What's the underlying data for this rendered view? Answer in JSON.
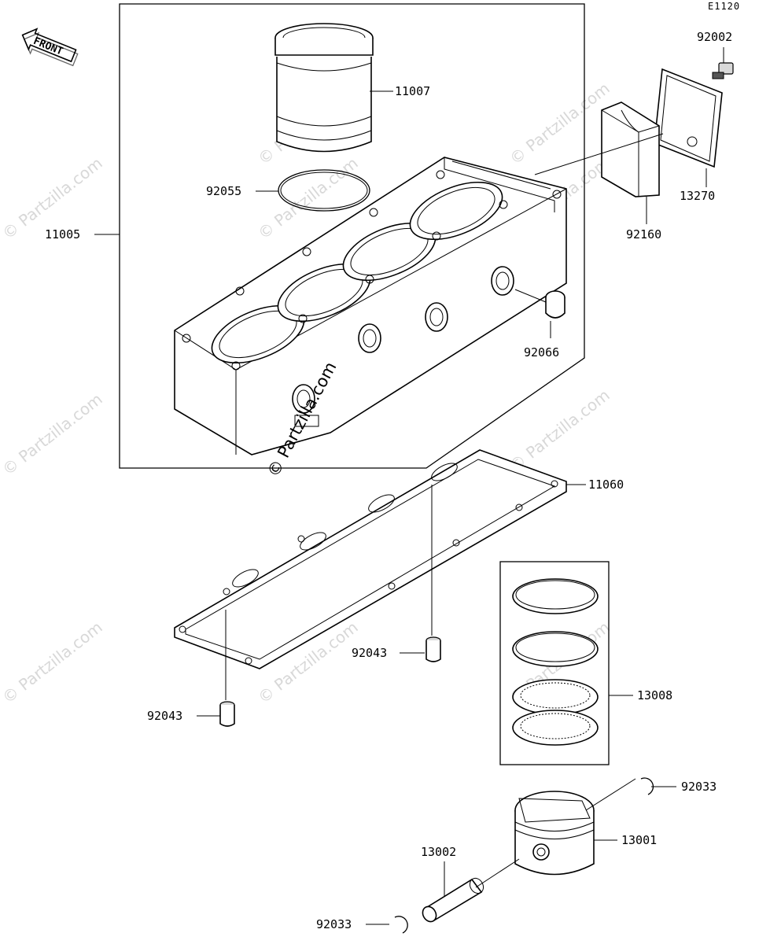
{
  "diagram_code": "E1120",
  "front_badge": "FRONT",
  "watermark": "© Partzilla.com",
  "center_watermark": "© Partzilla.com",
  "parts": [
    {
      "id": "11007"
    },
    {
      "id": "92055"
    },
    {
      "id": "11005"
    },
    {
      "id": "92002"
    },
    {
      "id": "13270"
    },
    {
      "id": "92160"
    },
    {
      "id": "92066"
    },
    {
      "id": "11060"
    },
    {
      "id": "92043"
    },
    {
      "id": "92043"
    },
    {
      "id": "13008"
    },
    {
      "id": "92033"
    },
    {
      "id": "13001"
    },
    {
      "id": "13002"
    },
    {
      "id": "92033"
    }
  ]
}
